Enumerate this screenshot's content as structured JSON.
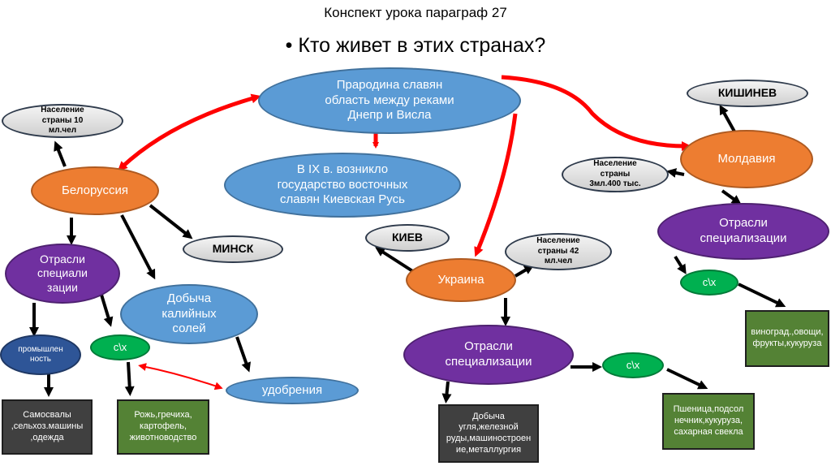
{
  "title": "Конспект урока параграф  27",
  "question": "Кто живет в этих странах?",
  "bullet": "•",
  "colors": {
    "arrow_red": "#ff0000",
    "arrow_black": "#000000"
  },
  "nodes": {
    "homeland": "Прародина славян\nобласть между реками\nДнепр и Висла",
    "kiev_rus": "В IX в. возникло\nгосударство восточных\nславян Киевская Русь",
    "belarus": "Белоруссия",
    "belarus_pop": "Население\nстраны  10\nмл.чел",
    "belarus_branches": "Отрасли\nспециали\nзации",
    "minsk": "МИНСК",
    "potash": "Добыча\nкалийных\nсолей",
    "industry": "промышлен\nность",
    "agri_by": "с\\х",
    "fertilizer": "удобрения",
    "by_industry_products": "Самосвалы\n,сельхоз.машины\n,одежда",
    "by_agri_products": "Рожь,гречиха,\nкартофель,\nживотноводство",
    "kiev": "КИЕВ",
    "ukraine": "Украина",
    "ukraine_pop": "Население\nстраны  42\nмл.чел",
    "ukraine_branches": "Отрасли\nспециализации",
    "agri_ua": "с\\х",
    "ua_industry_products": "Добыча\nугля,железной\nруды,машиностроен\nие,металлургия",
    "ua_agri_products": "Пшеница,подсол\nнечник,кукуруза,\nсахарная свекла",
    "chisinau": "КИШИНЕВ",
    "moldova": "Молдавия",
    "moldova_pop": "Население\nстраны\n3мл.400 тыс.",
    "moldova_branches": "Отрасли\nспециализации",
    "agri_md": "с\\х",
    "md_agri_products": "виноград.,овощи,\nфрукты,кукуруза"
  }
}
